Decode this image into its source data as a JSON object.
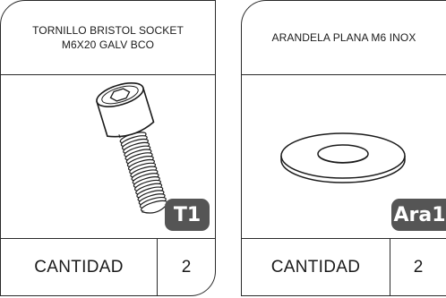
{
  "items": [
    {
      "title_line1": "TORNILLO BRISTOL SOCKET",
      "title_line2": "M6X20 GALV BCO",
      "icon": "socket-head-screw-icon",
      "code": "T1",
      "quantity_label": "CANTIDAD",
      "quantity_value": "2"
    },
    {
      "title_line1": "ARANDELA PLANA M6 INOX",
      "title_line2": "",
      "icon": "flat-washer-icon",
      "code": "Ara1",
      "quantity_label": "CANTIDAD",
      "quantity_value": "2"
    }
  ],
  "colors": {
    "border": "#2a2a2a",
    "badge": "#555555",
    "badge_text": "#ffffff"
  }
}
